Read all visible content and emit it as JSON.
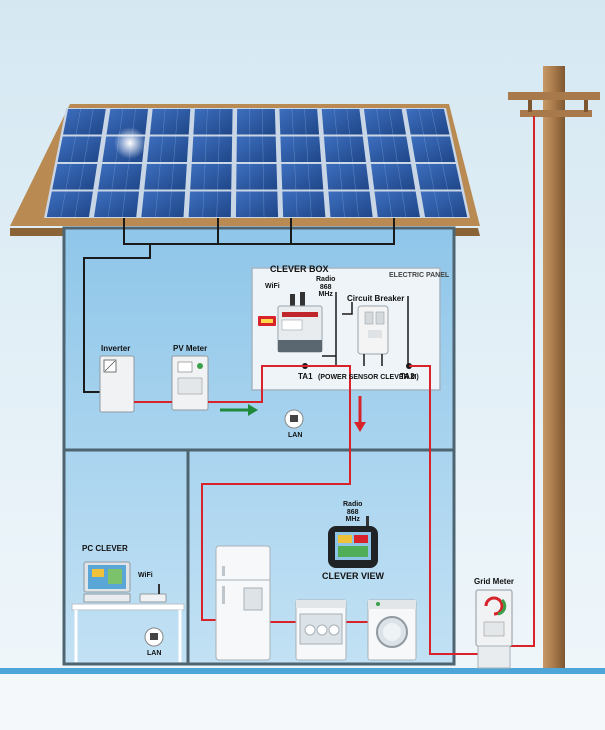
{
  "labels": {
    "clever_box": "CLEVER BOX",
    "electric_panel": "ELECTRIC PANEL",
    "wifi_box": "WiFi",
    "radio_box": "Radio\n868\nMHz",
    "circuit_breaker": "Circuit Breaker",
    "ta1": "TA1",
    "power_sensor": "(POWER SENSOR CLEVER M)",
    "ta2": "TA2",
    "inverter": "Inverter",
    "pv_meter": "PV Meter",
    "lan_top": "LAN",
    "radio_view": "Radio\n868\nMHz",
    "clever_view": "CLEVER VIEW",
    "pc_clever": "PC CLEVER",
    "wifi_pc": "WiFi",
    "lan_bottom": "LAN",
    "grid_meter": "Grid Meter"
  },
  "colors": {
    "sky_top": "#d7e9f3",
    "sky_bottom": "#eef6fb",
    "house_wall": "#a9d3ee",
    "house_frame": "#4e6470",
    "roof": "#b98a52",
    "panel": "#2c5aa3",
    "power_line": "#d8232a",
    "data_line": "#1a1a1a",
    "pole": "#a8794a",
    "ground": "#4ea6d8",
    "arrow_green": "#1f8a3c",
    "arrow_red": "#d8232a"
  }
}
